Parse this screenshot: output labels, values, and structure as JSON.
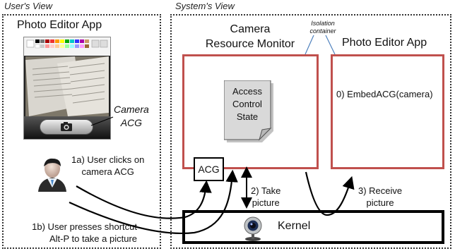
{
  "users_view": {
    "label": "User's View",
    "app_title": "Photo Editor App",
    "camera_acg_line1": "Camera",
    "camera_acg_line2": "ACG",
    "step_1a_line1": "1a) User clicks on",
    "step_1a_line2": "camera ACG",
    "step_1b_line1": "1b) User presses shortcut",
    "step_1b_line2": "Alt-P to take a picture"
  },
  "systems_view": {
    "label": "System's View",
    "monitor_title_line1": "Camera",
    "monitor_title_line2": "Resource Monitor",
    "isolation_line1": "Isolation",
    "isolation_line2": "container",
    "app_title": "Photo Editor App",
    "access_state_line1": "Access",
    "access_state_line2": "Control",
    "access_state_line3": "State",
    "embed_label": "0) EmbedACG(camera)",
    "acg_label": "ACG",
    "step_2_line1": "2) Take",
    "step_2_line2": "picture",
    "step_3_line1": "3) Receive",
    "step_3_line2": "picture",
    "kernel_label": "Kernel"
  },
  "colors": {
    "container_border": "#c0504d",
    "kernel_border": "#000000",
    "note_fill": "#d9d9d9"
  },
  "icons": [
    "camera-icon",
    "user-icon",
    "webcam-icon"
  ]
}
